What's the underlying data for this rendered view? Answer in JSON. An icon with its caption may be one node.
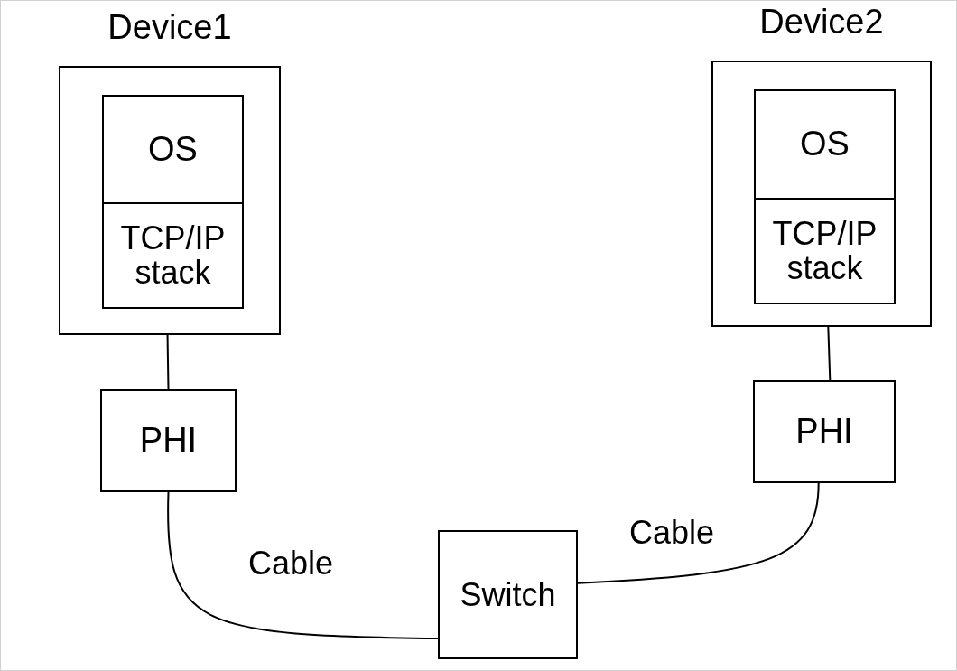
{
  "diagram": {
    "nodes": [
      {
        "text": [
          "Device1"
        ]
      },
      {
        "text": [
          "OS"
        ],
        "in": 0
      },
      {
        "text": [
          "TCP/IP stack"
        ],
        "in": 0
      },
      {
        "text": [
          "Device2"
        ]
      },
      {
        "text": [
          "OS"
        ],
        "in": 3
      },
      {
        "text": [
          "TCP/IP stack"
        ],
        "in": 3
      },
      {
        "text": [
          "PHI"
        ]
      },
      {
        "text": [
          "PHI"
        ]
      },
      {
        "text": [
          "Switch"
        ]
      }
    ],
    "edges": [
      {
        "from": 0,
        "to": 6,
        "arrow": "none"
      },
      {
        "from": 3,
        "to": 7,
        "arrow": "none"
      },
      {
        "from": 6,
        "to": 8,
        "arrow": "none",
        "label": "Cable"
      },
      {
        "from": 8,
        "to": 7,
        "arrow": "none",
        "label": "Cable"
      }
    ]
  }
}
